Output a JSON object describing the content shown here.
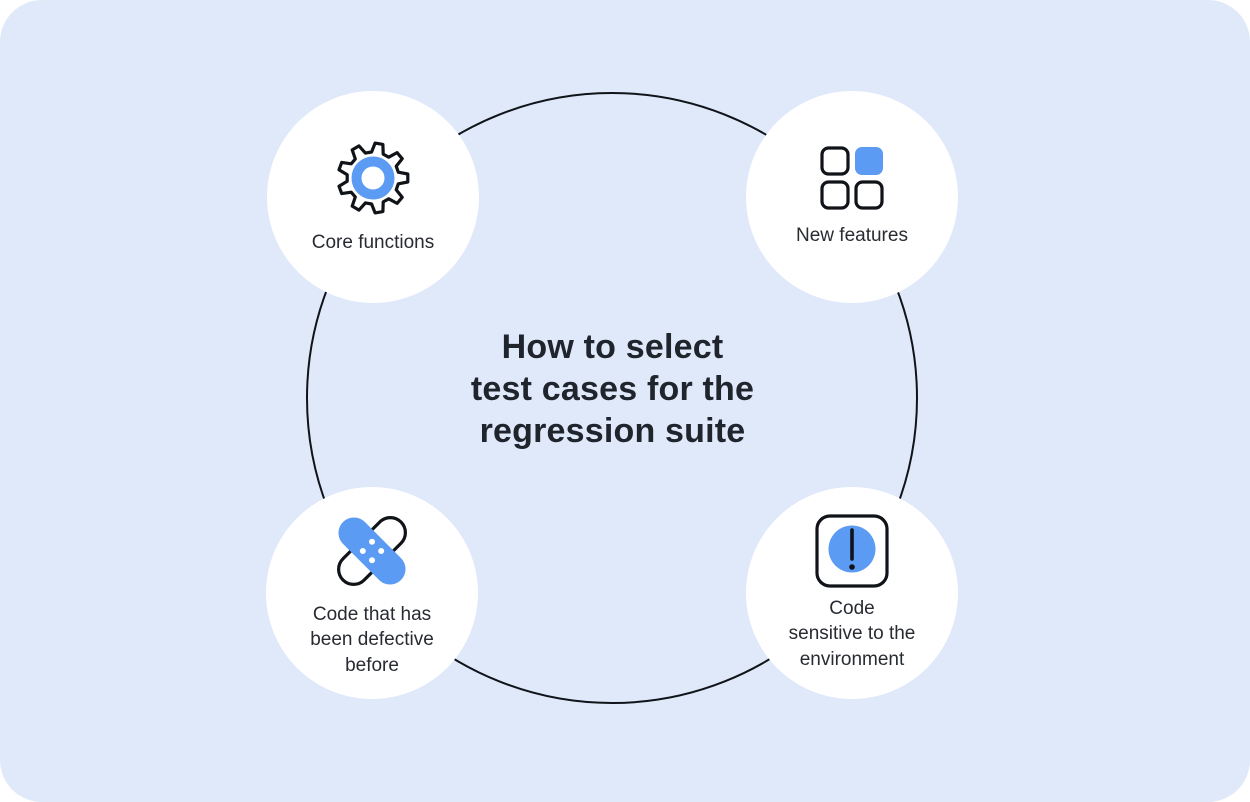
{
  "title": "How to select\ntest cases for the\nregression suite",
  "colors": {
    "background": "#dfe9fa",
    "card": "#ffffff",
    "accent_blue": "#5b9bf3",
    "line_black": "#101318",
    "text_dark": "#20242c",
    "label_text": "#282b31"
  },
  "nodes": [
    {
      "id": "core-functions",
      "icon": "gear-icon",
      "label": "Core functions"
    },
    {
      "id": "new-features",
      "icon": "feature-grid-icon",
      "label": "New features"
    },
    {
      "id": "defective-code",
      "icon": "bandage-icon",
      "label": "Code that has\nbeen defective\nbefore"
    },
    {
      "id": "environment-sensitive-code",
      "icon": "alert-icon",
      "label": "Code\nsensitive to the\nenvironment"
    }
  ]
}
